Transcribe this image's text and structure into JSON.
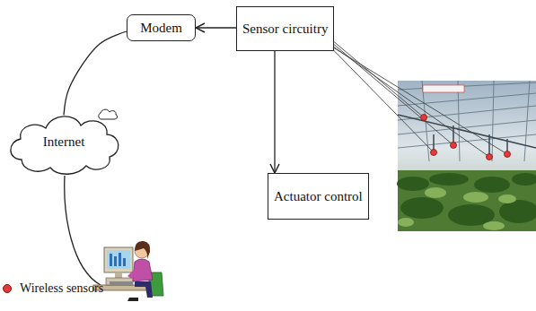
{
  "diagram": {
    "nodes": [
      {
        "text": [
          "Modem"
        ]
      },
      {
        "text": [
          "Sensor circuitry"
        ]
      },
      {
        "text": [
          "Internet"
        ]
      },
      {
        "text": [
          "Actuator control"
        ]
      }
    ],
    "edges": [
      {
        "from": 1,
        "to": 0,
        "arrow": "to"
      },
      {
        "from": 0,
        "to": 2,
        "arrow": "none"
      },
      {
        "from": 1,
        "to": 3,
        "arrow": "to"
      }
    ],
    "legend": [
      {
        "text": "Wireless sensors",
        "color": "#e23a3a"
      }
    ]
  }
}
